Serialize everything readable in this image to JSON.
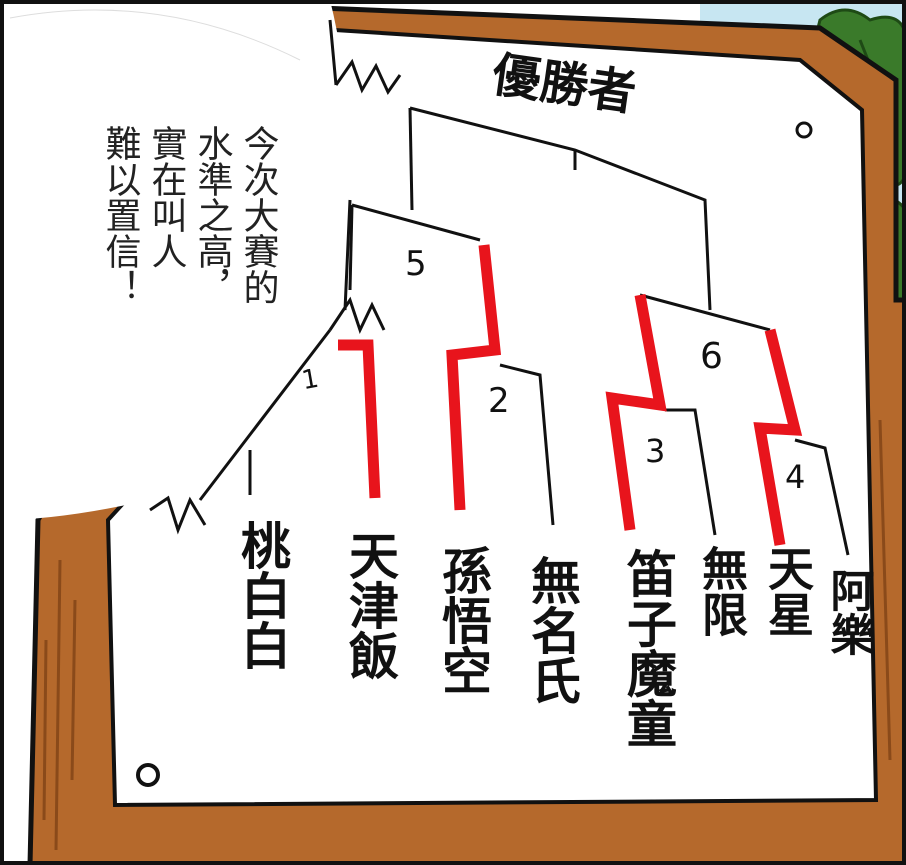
{
  "board": {
    "title": "優勝者",
    "round_numbers": [
      "1",
      "2",
      "3",
      "4",
      "5",
      "6"
    ]
  },
  "competitors": [
    "桃白白",
    "天津飯",
    "孫悟空",
    "無名氏",
    "笛子魔童",
    "無限",
    "天星",
    "阿樂"
  ],
  "speech_bubble": {
    "lines": [
      "今次大賽的",
      "水準之高，",
      "實在叫人",
      "難以置信！"
    ]
  },
  "colors": {
    "winner_path": "#e8141c",
    "board_frame": "#b5692c",
    "board_face": "#ffffff",
    "sky": "#c7e6f2",
    "foliage": "#3a7a2a"
  }
}
